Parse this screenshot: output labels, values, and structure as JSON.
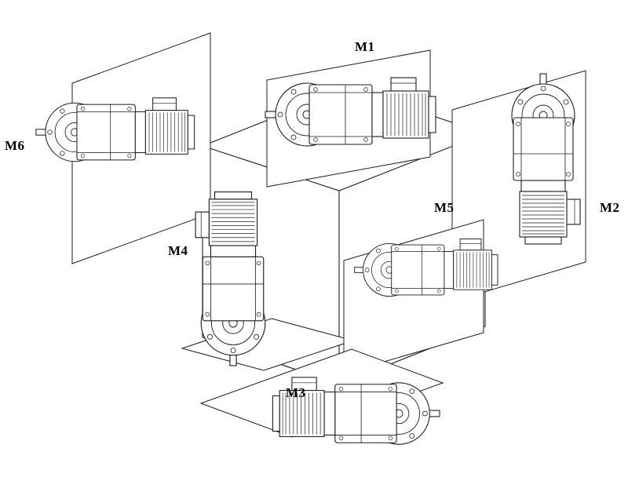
{
  "page": {
    "background": "#ffffff"
  },
  "diagram": {
    "name": "gearmotor-mounting-positions",
    "line_color": "#1c1c1c",
    "positions": [
      {
        "id": "m1",
        "label": "M1"
      },
      {
        "id": "m2",
        "label": "M2"
      },
      {
        "id": "m3",
        "label": "M3"
      },
      {
        "id": "m4",
        "label": "M4"
      },
      {
        "id": "m5",
        "label": "M5"
      },
      {
        "id": "m6",
        "label": "M6"
      }
    ]
  }
}
